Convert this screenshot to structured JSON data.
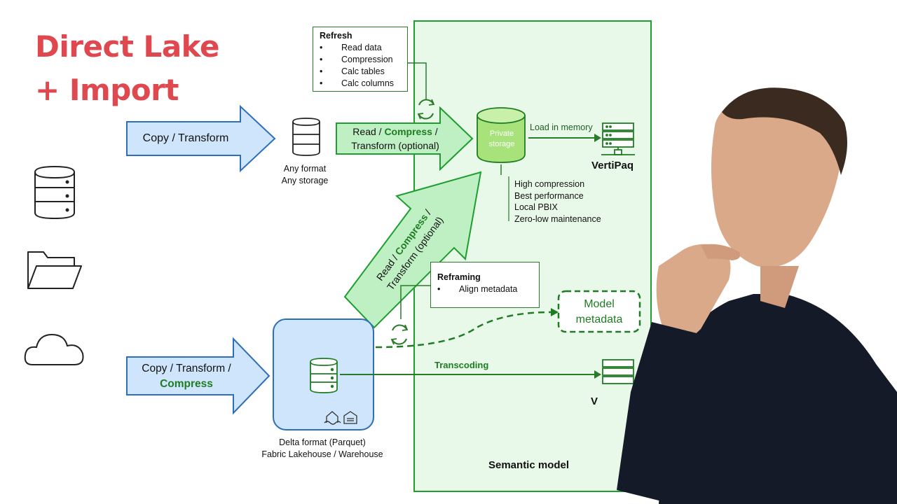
{
  "title": {
    "line1": "Direct Lake",
    "line2": "+ Import"
  },
  "colors": {
    "title": "#e0484f",
    "green": "#1e7d22",
    "green_fill": "#e8f9ea",
    "blue_fill": "#cfe5fb",
    "blue_stroke": "#2d6fb8"
  },
  "left_icons": [
    "database-icon",
    "folder-icon",
    "cloud-icon"
  ],
  "arrows": {
    "copy_transform": "Copy / Transform",
    "copy_transform_compress": {
      "part1": "Copy / Transform /",
      "part2": "Compress"
    },
    "read_compress_top": {
      "read": "Read / ",
      "compress": "Compress",
      "slash": " /",
      "line2": "Transform (optional)"
    },
    "read_compress_diag": {
      "read": "Read / ",
      "compress": "Compress",
      "slash": " /",
      "line2": "Transform (optional)"
    }
  },
  "any_storage": {
    "line1": "Any format",
    "line2": "Any storage"
  },
  "refresh": {
    "title": "Refresh",
    "items": [
      "Read data",
      "Compression",
      "Calc tables",
      "Calc columns"
    ]
  },
  "private_storage": {
    "line1": "Private",
    "line2": "storage"
  },
  "load_in_memory": "Load in memory",
  "vertipaq": "VertiPaq",
  "vertipaq_bottom": "V",
  "benefits": [
    "High compression",
    "Best performance",
    "Local PBIX",
    "Zero-low maintenance"
  ],
  "reframing": {
    "title": "Reframing",
    "items": [
      "Align metadata"
    ]
  },
  "model_metadata": {
    "line1": "Model",
    "line2": "metadata"
  },
  "transcoding": "Transcoding",
  "delta": {
    "line1": "Delta format (Parquet)",
    "line2": "Fabric Lakehouse / Warehouse"
  },
  "semantic_model": "Semantic model"
}
